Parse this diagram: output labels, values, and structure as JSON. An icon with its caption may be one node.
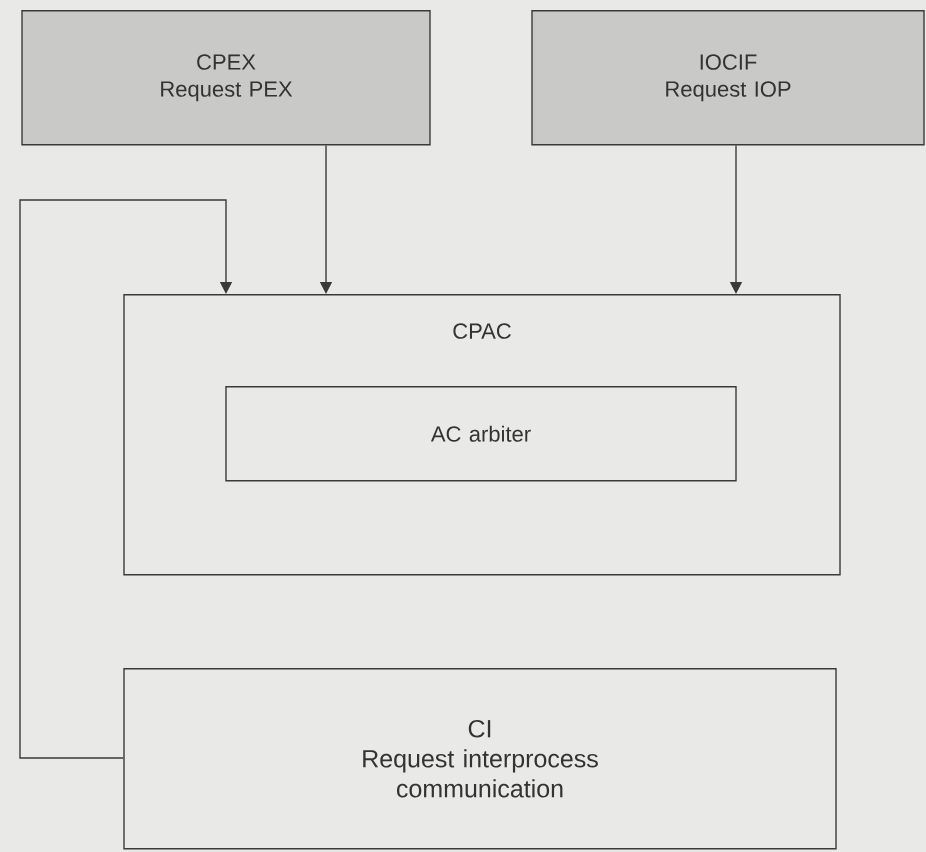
{
  "diagram": {
    "nodes": [
      {
        "text": [
          "CPEX",
          "Request PEX"
        ]
      },
      {
        "text": [
          "IOCIF",
          "Request IOP"
        ]
      },
      {
        "text": [
          "CPAC"
        ]
      },
      {
        "text": [
          "AC arbiter"
        ],
        "in": 2
      },
      {
        "text": [
          "CI",
          "Request interprocess communication"
        ]
      }
    ],
    "edges": [
      {
        "from": 0,
        "to": 2,
        "arrow": "to"
      },
      {
        "from": 1,
        "to": 2,
        "arrow": "to"
      },
      {
        "from": 4,
        "to": 2,
        "arrow": "to"
      }
    ]
  }
}
